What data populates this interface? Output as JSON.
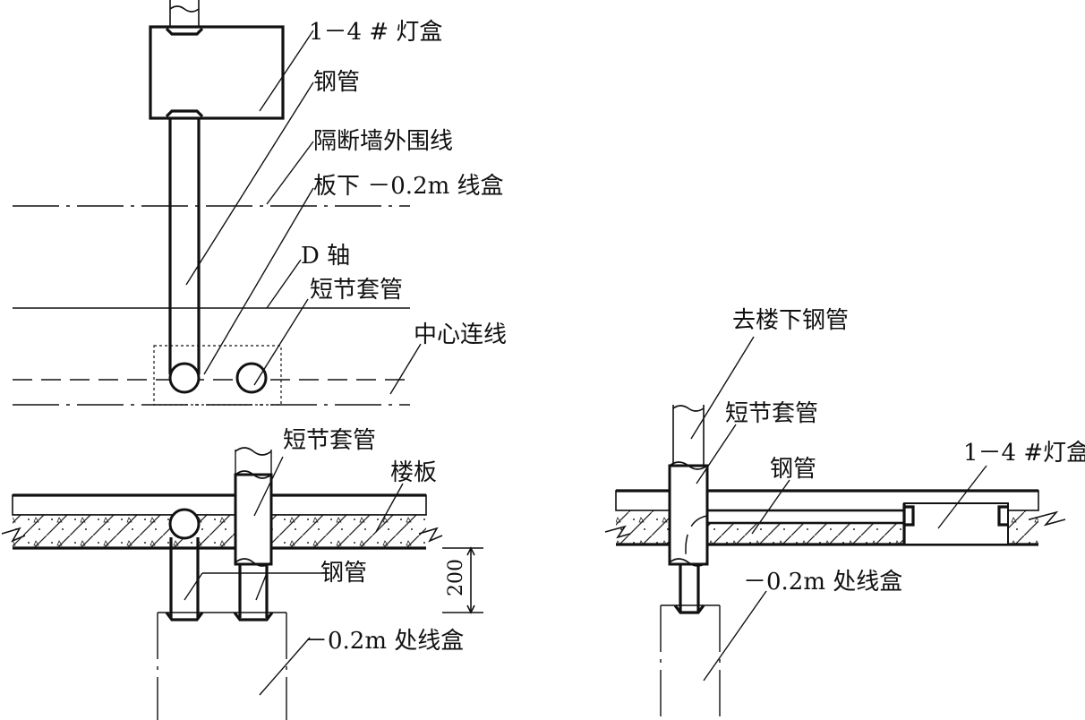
{
  "top_view": {
    "lamp_box": "1－4 # 灯盒",
    "steel_pipe": "钢管",
    "partition_outline": "隔断墙外围线",
    "box_below_slab": "板下 －0.2m 线盒",
    "axis_d": "D 轴",
    "sleeve": "短节套管",
    "center_line": "中心连线"
  },
  "section_left": {
    "sleeve": "短节套管",
    "floor_slab": "楼板",
    "steel_pipe": "钢管",
    "dimension": "200",
    "box": "－0.2m 处线盒"
  },
  "section_right": {
    "pipe_downstairs": "去楼下钢管",
    "sleeve": "短节套管",
    "steel_pipe": "钢管",
    "lamp_box": "1－4 #灯盒",
    "box": "－0.2m 处线盒"
  }
}
